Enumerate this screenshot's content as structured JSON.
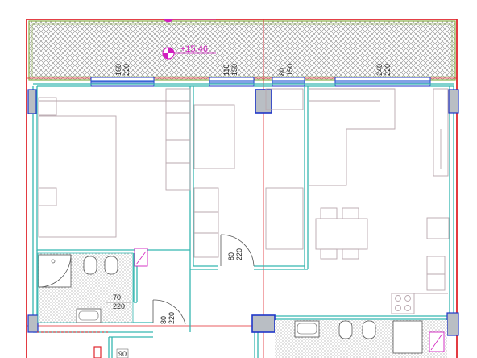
{
  "plan": {
    "elevation_label": "+15.46",
    "window_labels": [
      {
        "width": "160",
        "height": "220"
      },
      {
        "width": "110",
        "height": "150"
      },
      {
        "width": "80",
        "height": "150"
      },
      {
        "width": "240",
        "height": "220"
      }
    ],
    "door_labels": [
      {
        "width": "80",
        "height": "220"
      },
      {
        "width": "70",
        "height": "220"
      },
      {
        "width": "80",
        "height": "220"
      },
      {
        "width": "90",
        "height": ""
      }
    ],
    "colors": {
      "boundary": "#e0262d",
      "walls": "#35b6b0",
      "column": "#1f36c8",
      "column_fill": "#b9bec4",
      "furniture": "#b9a7ae",
      "balcony_hatch": "#7a7a7a",
      "balcony_edge": "#8ab04a",
      "elevation_marker": "#d21fbf"
    }
  }
}
